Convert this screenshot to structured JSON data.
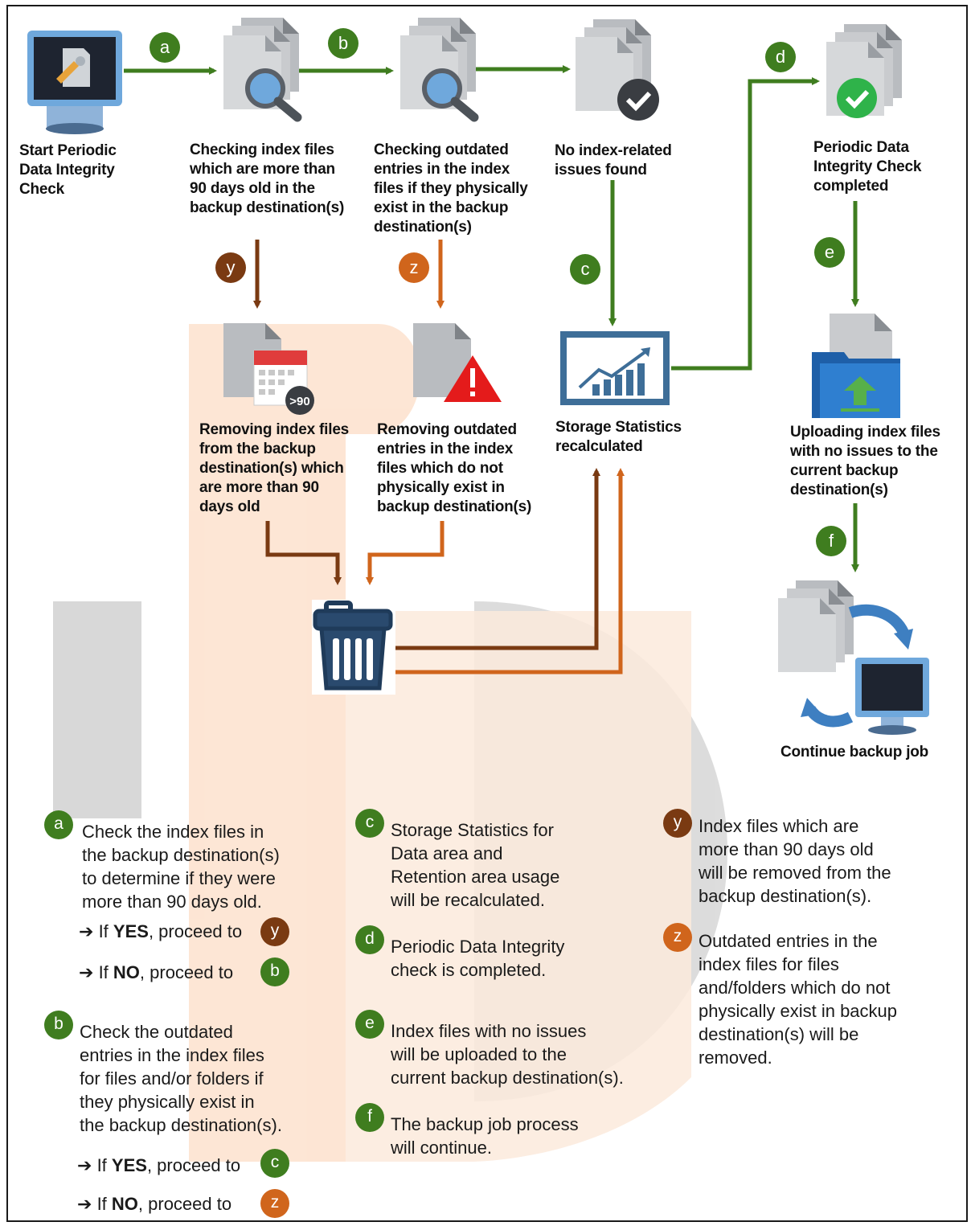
{
  "steps": {
    "start": "Start Periodic\nData Integrity\nCheck",
    "check_90": "Checking index files\nwhich are more than\n90 days old in the\nbackup destination(s)",
    "check_outdated": "Checking outdated\nentries in the index\nfiles if they physically\nexist in the backup\ndestination(s)",
    "no_issues": "No index-related\nissues found",
    "completed": "Periodic Data\nIntegrity Check\ncompleted",
    "remove_90": "Removing index files\nfrom the backup\ndestination(s) which\nare more than 90\ndays old",
    "remove_outdated": "Removing outdated\nentries in the index\nfiles which do not\nphysically exist in\nbackup destination(s)",
    "storage": "Storage Statistics\nrecalculated",
    "uploading": "Uploading index files\nwith no issues to the\ncurrent backup\ndestination(s)",
    "continue": "Continue backup job"
  },
  "badges": {
    "a": "a",
    "b": "b",
    "c": "c",
    "d": "d",
    "e": "e",
    "f": "f",
    "y": "y",
    "z": "z"
  },
  "calendar_badge": ">90",
  "legend": {
    "a": "Check the index files in\nthe backup destination(s)\nto determine if they were\nmore than 90 days old.",
    "a_yes_prefix": "If ",
    "a_yes_bold": "YES",
    "a_yes_suffix": ", proceed to",
    "a_no_prefix": "If ",
    "a_no_bold": "NO",
    "a_no_suffix": ", proceed to",
    "b": "Check the outdated\nentries in the index files\nfor files and/or folders if\nthey physically exist in\nthe backup destination(s).",
    "c": "Storage Statistics for\nData area and\nRetention area usage\nwill be recalculated.",
    "d": "Periodic Data Integrity\ncheck is completed.",
    "e": "Index files with no issues\nwill be uploaded to the\ncurrent backup destination(s).",
    "f": "The backup job process\nwill continue.",
    "y": "Index files which are\nmore than 90 days old\nwill be removed from the\nbackup destination(s).",
    "z": "Outdated entries in the\nindex files for files\nand/folders which do not\nphysically exist in backup\ndestination(s) will be\nremoved.",
    "arrow_glyph": "➔"
  },
  "colors": {
    "green": "#3f7d1f",
    "brown": "#7a3a12",
    "orange": "#d0651c",
    "doc_gray": "#b9bcc0",
    "monitor_blue": "#5b9bd5"
  }
}
